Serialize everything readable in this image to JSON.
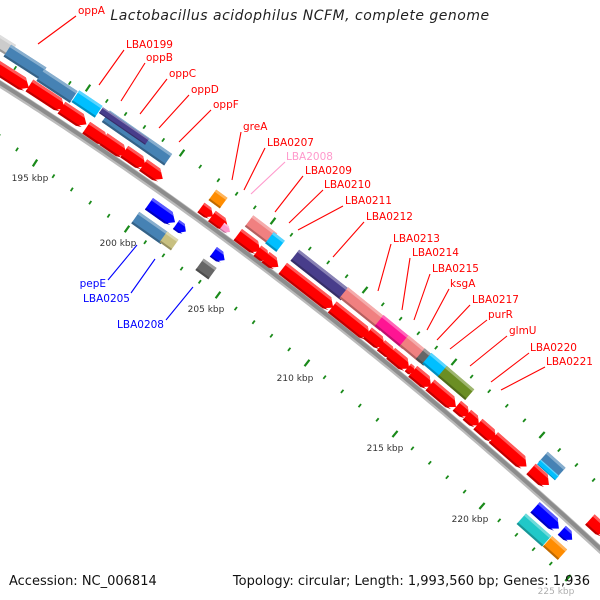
{
  "title": "Lactobacillus acidophilus NCFM, complete genome",
  "footer": {
    "accession": "Accession: NC_006814",
    "summary": "Topology: circular; Length: 1,993,560 bp; Genes: 1,936"
  },
  "tick_labels": [
    "195 kbp",
    "200 kbp",
    "205 kbp",
    "210 kbp",
    "215 kbp",
    "220 kbp",
    "225 kbp"
  ],
  "gene_labels": [
    {
      "text": "oppA",
      "color": "#ff0000"
    },
    {
      "text": "LBA0199",
      "color": "#ff0000"
    },
    {
      "text": "oppB",
      "color": "#ff0000"
    },
    {
      "text": "oppC",
      "color": "#ff0000"
    },
    {
      "text": "oppD",
      "color": "#ff0000"
    },
    {
      "text": "oppF",
      "color": "#ff0000"
    },
    {
      "text": "greA",
      "color": "#ff0000"
    },
    {
      "text": "LBA0207",
      "color": "#ff0000"
    },
    {
      "text": "LBA2008",
      "color": "#ff99cc"
    },
    {
      "text": "LBA0209",
      "color": "#ff0000"
    },
    {
      "text": "LBA0210",
      "color": "#ff0000"
    },
    {
      "text": "LBA0211",
      "color": "#ff0000"
    },
    {
      "text": "LBA0212",
      "color": "#ff0000"
    },
    {
      "text": "LBA0213",
      "color": "#ff0000"
    },
    {
      "text": "LBA0214",
      "color": "#ff0000"
    },
    {
      "text": "LBA0215",
      "color": "#ff0000"
    },
    {
      "text": "ksgA",
      "color": "#ff0000"
    },
    {
      "text": "LBA0217",
      "color": "#ff0000"
    },
    {
      "text": "purR",
      "color": "#ff0000"
    },
    {
      "text": "glmU",
      "color": "#ff0000"
    },
    {
      "text": "LBA0220",
      "color": "#ff0000"
    },
    {
      "text": "LBA0221",
      "color": "#ff0000"
    },
    {
      "text": "pepE",
      "color": "#0000ff"
    },
    {
      "text": "LBA0205",
      "color": "#0000ff"
    },
    {
      "text": "LBA0208",
      "color": "#0000ff"
    }
  ],
  "colors": {
    "backbone": "#8c8c8c",
    "tick": "#1a8a1a",
    "cds": "#ff0000",
    "reverse_cds": "#0000ff"
  }
}
